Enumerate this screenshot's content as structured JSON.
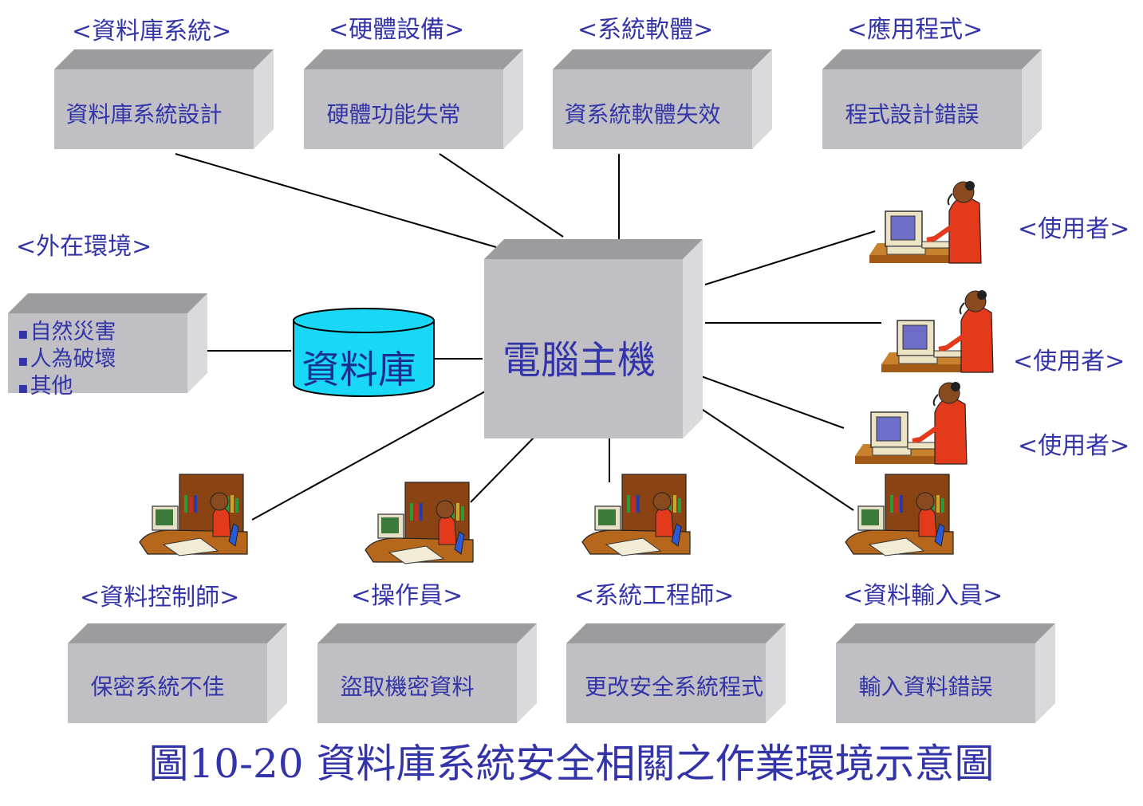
{
  "colors": {
    "text": "#3333aa",
    "box_front": "#c0c0c4",
    "box_top": "#9c9c9e",
    "box_side": "#d8d8da",
    "database": "#19d7f7",
    "line": "#000000",
    "person_shirt": "#e23a1a",
    "desk": "#b7671c"
  },
  "top_boxes": [
    {
      "label": "<資料庫系統>",
      "text": "資料庫系統設計"
    },
    {
      "label": "<硬體設備>",
      "text": "硬體功能失常"
    },
    {
      "label": "<系統軟體>",
      "text": "資系統軟體失效"
    },
    {
      "label": "<應用程式>",
      "text": "程式設計錯誤"
    }
  ],
  "external": {
    "label": "<外在環境>",
    "items": [
      "自然災害",
      "人為破壞",
      "其他"
    ]
  },
  "database": {
    "text": "資料庫",
    "icon": "database-cylinder-icon"
  },
  "host": {
    "text": "電腦主機"
  },
  "users": [
    {
      "label": "<使用者>",
      "icon": "user-at-terminal-icon"
    },
    {
      "label": "<使用者>",
      "icon": "user-at-terminal-icon"
    },
    {
      "label": "<使用者>",
      "icon": "user-at-terminal-icon"
    }
  ],
  "staff": [
    {
      "label": "<資料控制師>",
      "text": "保密系統不佳",
      "icon": "staff-at-desk-icon"
    },
    {
      "label": "<操作員>",
      "text": "盜取機密資料",
      "icon": "staff-at-desk-icon"
    },
    {
      "label": "<系統工程師>",
      "text": "更改安全系統程式",
      "icon": "staff-at-desk-icon"
    },
    {
      "label": "<資料輸入員>",
      "text": "輸入資料錯誤",
      "icon": "staff-at-desk-icon"
    }
  ],
  "caption": "圖10-20 資料庫系統安全相關之作業環境示意圖"
}
